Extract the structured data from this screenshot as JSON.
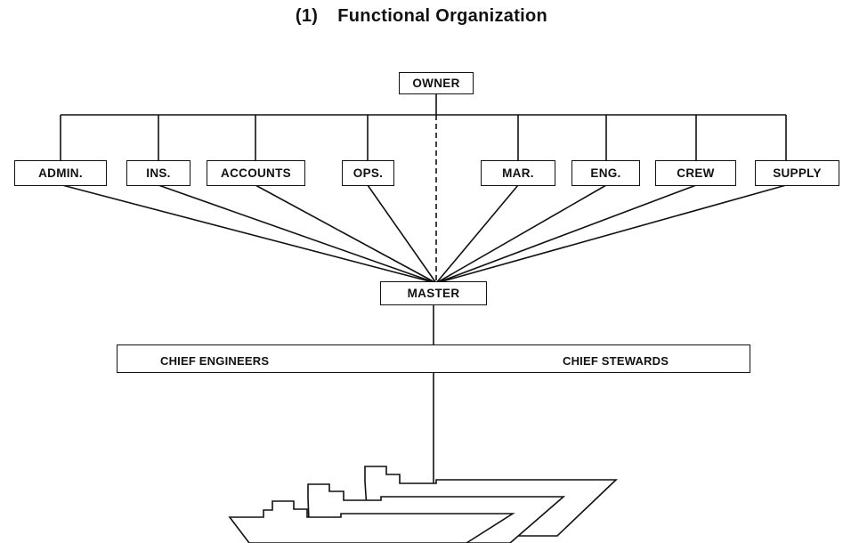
{
  "title": {
    "number": "(1)",
    "text": "Functional Organization"
  },
  "nodes": {
    "owner": "OWNER",
    "departments": [
      "ADMIN.",
      "INS.",
      "ACCOUNTS",
      "OPS.",
      "MAR.",
      "ENG.",
      "CREW",
      "SUPPLY"
    ],
    "master": "MASTER",
    "band": {
      "left": "CHIEF ENGINEERS",
      "right": "CHIEF STEWARDS"
    }
  },
  "line_color": "#111111",
  "ship_icon": "ship-hull-silhouettes"
}
